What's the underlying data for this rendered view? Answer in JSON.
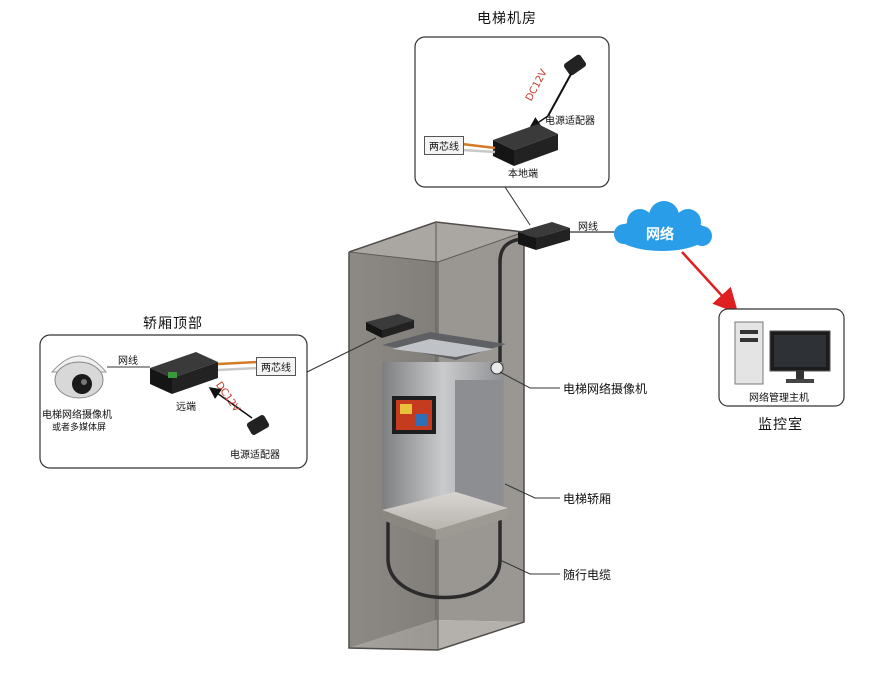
{
  "machine_room": {
    "title": "电梯机房",
    "two_core_tag": "两芯线",
    "dc_label": "DC12V",
    "adapter_label": "电源适配器",
    "local_end_label": "本地端"
  },
  "network": {
    "cable_label": "网线",
    "cloud_label": "网络"
  },
  "car_top": {
    "title": "轿厢顶部",
    "cable_label": "网线",
    "two_core_tag": "两芯线",
    "camera_label": "电梯网络摄像机",
    "camera_sub": "或者多媒体屏",
    "remote_label": "远端",
    "dc_label": "DC12V",
    "adapter_label": "电源适配器"
  },
  "monitor_room": {
    "host_label": "网络管理主机",
    "title": "监控室"
  },
  "callouts": {
    "camera": "电梯网络摄像机",
    "car": "电梯轿厢",
    "cable": "随行电缆"
  },
  "colors": {
    "cloud": "#2a9de8",
    "red_arrow": "#e02020",
    "shaft": "#8f8b86",
    "device": "#1e1e1e"
  }
}
